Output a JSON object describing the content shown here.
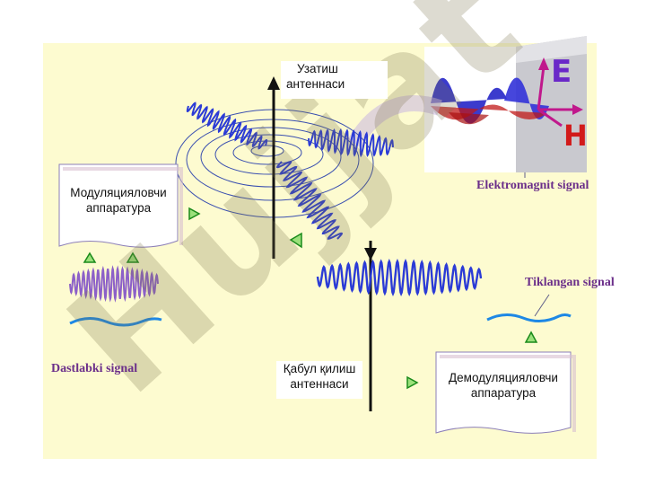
{
  "transmit_antenna": {
    "line1": "Узатиш",
    "line2": "антеннаси"
  },
  "receive_antenna": {
    "line1": "Қабул қилиш",
    "line2": "антеннаси"
  },
  "modulation_box": {
    "line1": "Модуляцияловчи",
    "line2": "аппаратура"
  },
  "demodulation_box": {
    "line1": "Демодуляцияловчи",
    "line2": "аппаратура"
  },
  "labels": {
    "electromagnetic": "Elektromagnit signal",
    "received": "Tiklangan signal",
    "original": "Dastlabki signal"
  },
  "em_inset": {
    "e_letter": "E",
    "h_letter": "H"
  },
  "watermark": "Hujjat",
  "colors": {
    "background": "#fdfbd0",
    "wave_blue": "#2b3bd6",
    "wave_violet": "#8c60c8",
    "label_purple": "#6b2f8a",
    "signal_blue": "#1e88e5",
    "marker_green": "#2aa02a"
  }
}
